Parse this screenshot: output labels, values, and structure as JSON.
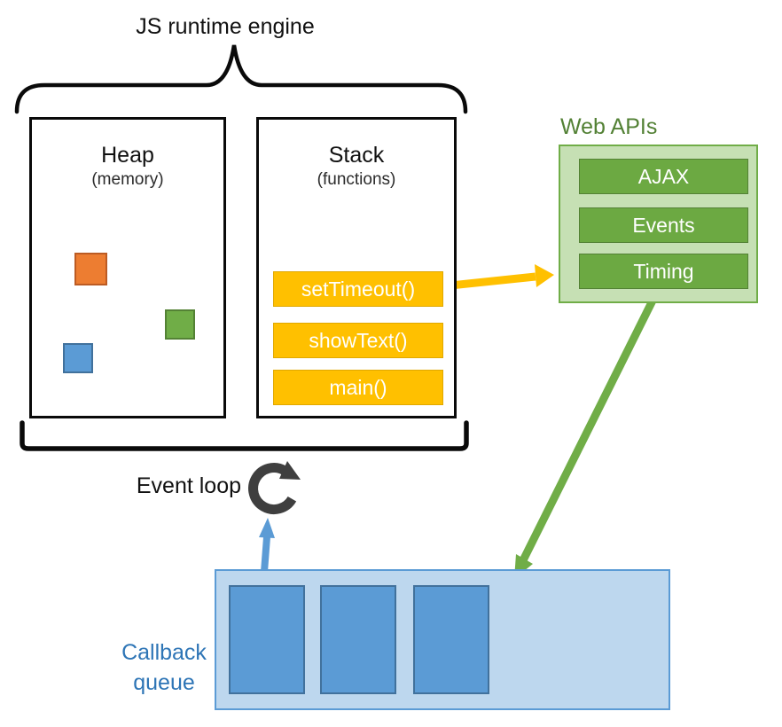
{
  "title": "JS runtime engine",
  "heap": {
    "title": "Heap",
    "subtitle": "(memory)",
    "objects": [
      "orange-object",
      "green-object",
      "blue-object"
    ]
  },
  "stack": {
    "title": "Stack",
    "subtitle": "(functions)",
    "frames": [
      "setTimeout()",
      "showText()",
      "main()"
    ]
  },
  "web_apis": {
    "title": "Web APIs",
    "items": [
      "AJAX",
      "Events",
      "Timing"
    ]
  },
  "event_loop": {
    "label": "Event loop"
  },
  "callback_queue": {
    "label": "Callback queue",
    "item_count": 3
  },
  "colors": {
    "stack_frame": "#FFC000",
    "webapis_panel": "#C6E0B4",
    "webapis_item": "#6CA942",
    "webapis_text": "#538135",
    "queue_panel": "#BDD7EE",
    "queue_item": "#5B9BD5",
    "queue_text": "#2E75B6",
    "heap_orange": "#ED7D31",
    "heap_green": "#70AD47",
    "heap_blue": "#5B9BD5",
    "arrow_yellow": "#FFC000",
    "arrow_green": "#70AD47",
    "arrow_blue": "#5B9BD5",
    "event_loop_icon": "#3F3F3F",
    "outline": "#0a0a0a"
  }
}
